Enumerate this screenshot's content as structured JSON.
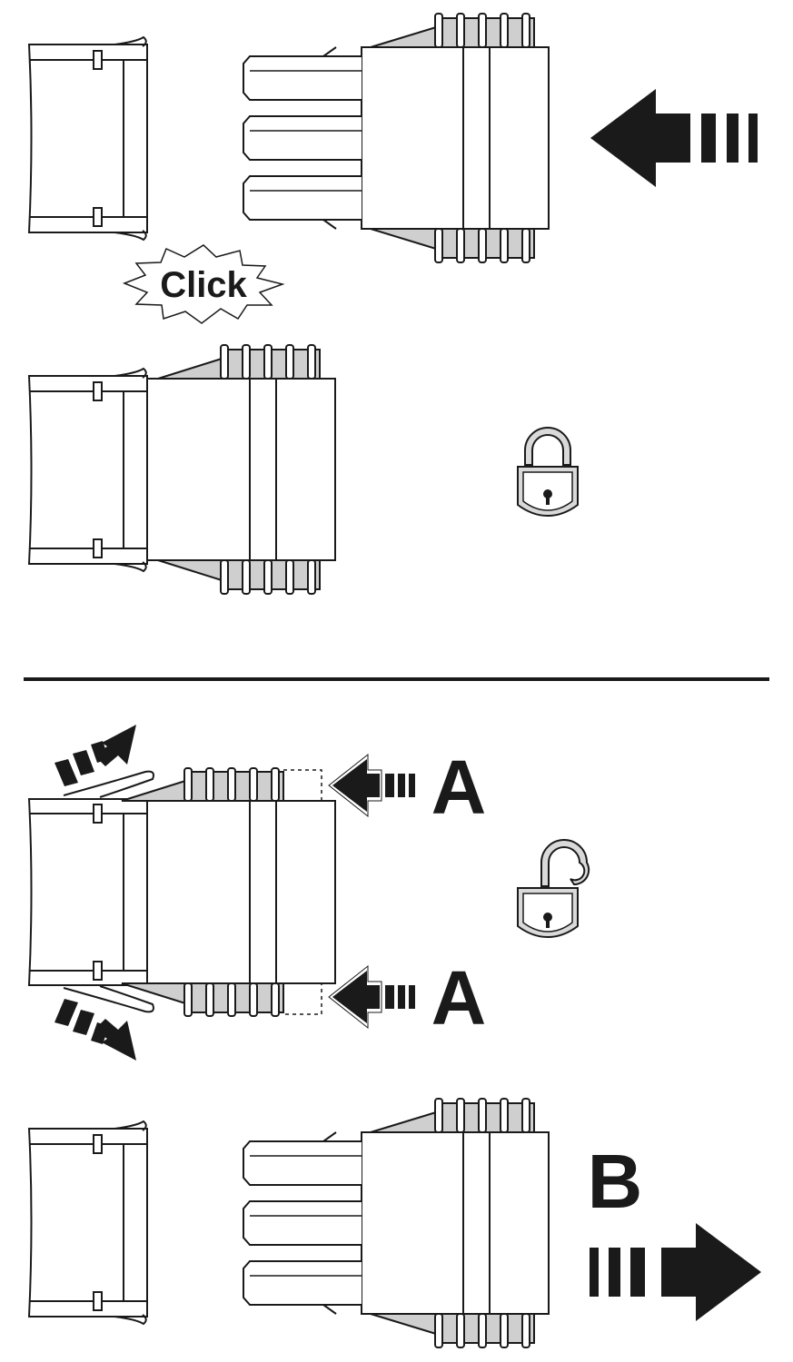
{
  "click_label": "Click",
  "label_a_top": "A",
  "label_a_bottom": "A",
  "label_b": "B",
  "colors": {
    "ink": "#1a1a1a",
    "grip_fill": "#cfcfcf",
    "lock_fill": "#d9d9d9",
    "bg": "#ffffff"
  },
  "icons": {
    "locked": "padlock-closed-icon",
    "unlocked": "padlock-open-icon",
    "push": "arrow-left-icon",
    "pull": "arrow-right-icon"
  }
}
